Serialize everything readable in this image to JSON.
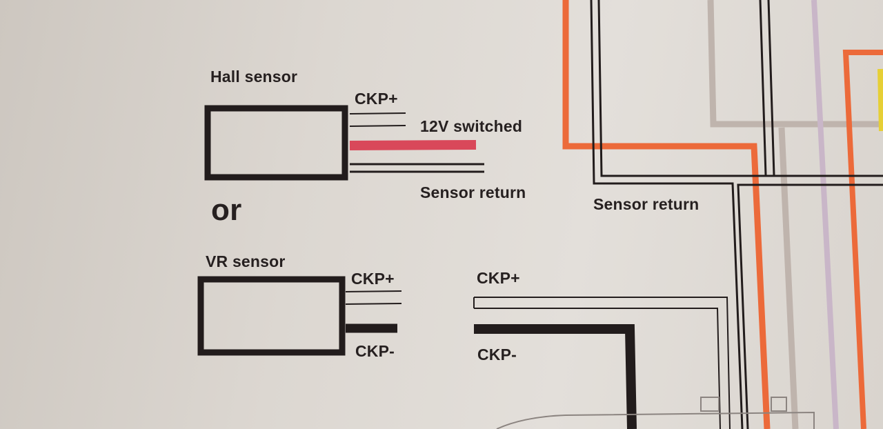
{
  "hall": {
    "title": "Hall sensor",
    "ckp_plus": "CKP+",
    "supply": "12V switched",
    "return": "Sensor return"
  },
  "or_word": "or",
  "vr": {
    "title": "VR sensor",
    "ckp_plus": "CKP+",
    "ckp_minus": "CKP-"
  },
  "connector": {
    "ckp_plus": "CKP+",
    "ckp_minus": "CKP-"
  },
  "harness": {
    "return": "Sensor return"
  },
  "colors": {
    "wire_black": "#221c1c",
    "wire_red": "#d9485a",
    "wire_orange": "#ec6a3a",
    "wire_grey": "#bfb4ad",
    "wire_violet": "#c9b6c8",
    "wire_yellow": "#e6cf35"
  }
}
